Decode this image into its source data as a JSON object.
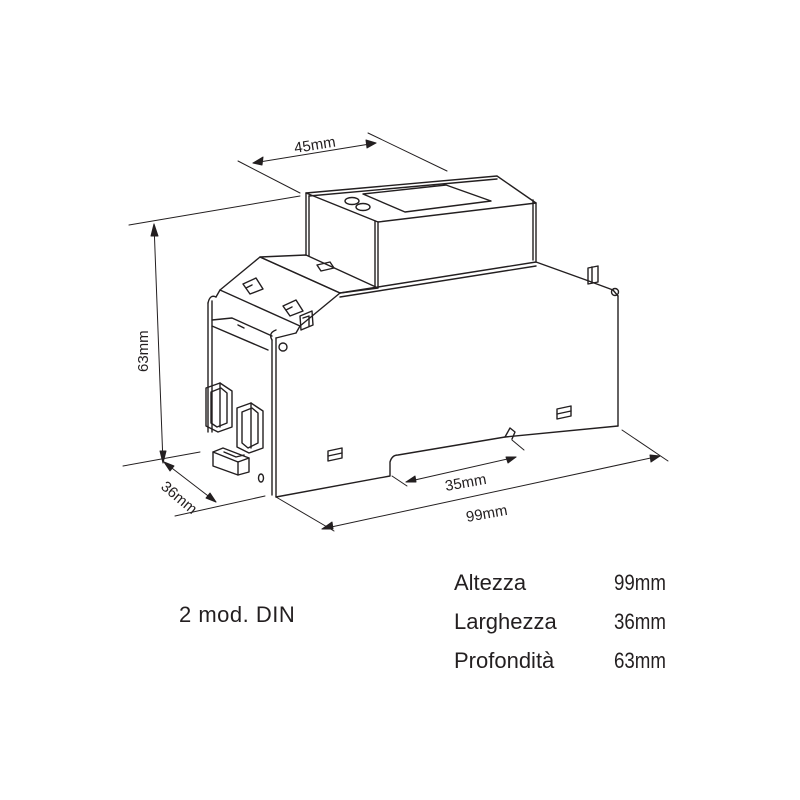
{
  "diagram": {
    "title": "DIN rail device dimensional drawing",
    "colors": {
      "line": "#231f20",
      "background": "#ffffff"
    },
    "dimensions": {
      "top_width": "45mm",
      "height": "63mm",
      "depth": "36mm",
      "rail_clip": "35mm",
      "length": "99mm"
    }
  },
  "module_label": "2 mod. DIN",
  "specs": [
    {
      "name": "Altezza",
      "value": "99mm"
    },
    {
      "name": "Larghezza",
      "value": "36mm"
    },
    {
      "name": "Profondità",
      "value": "63mm"
    }
  ]
}
